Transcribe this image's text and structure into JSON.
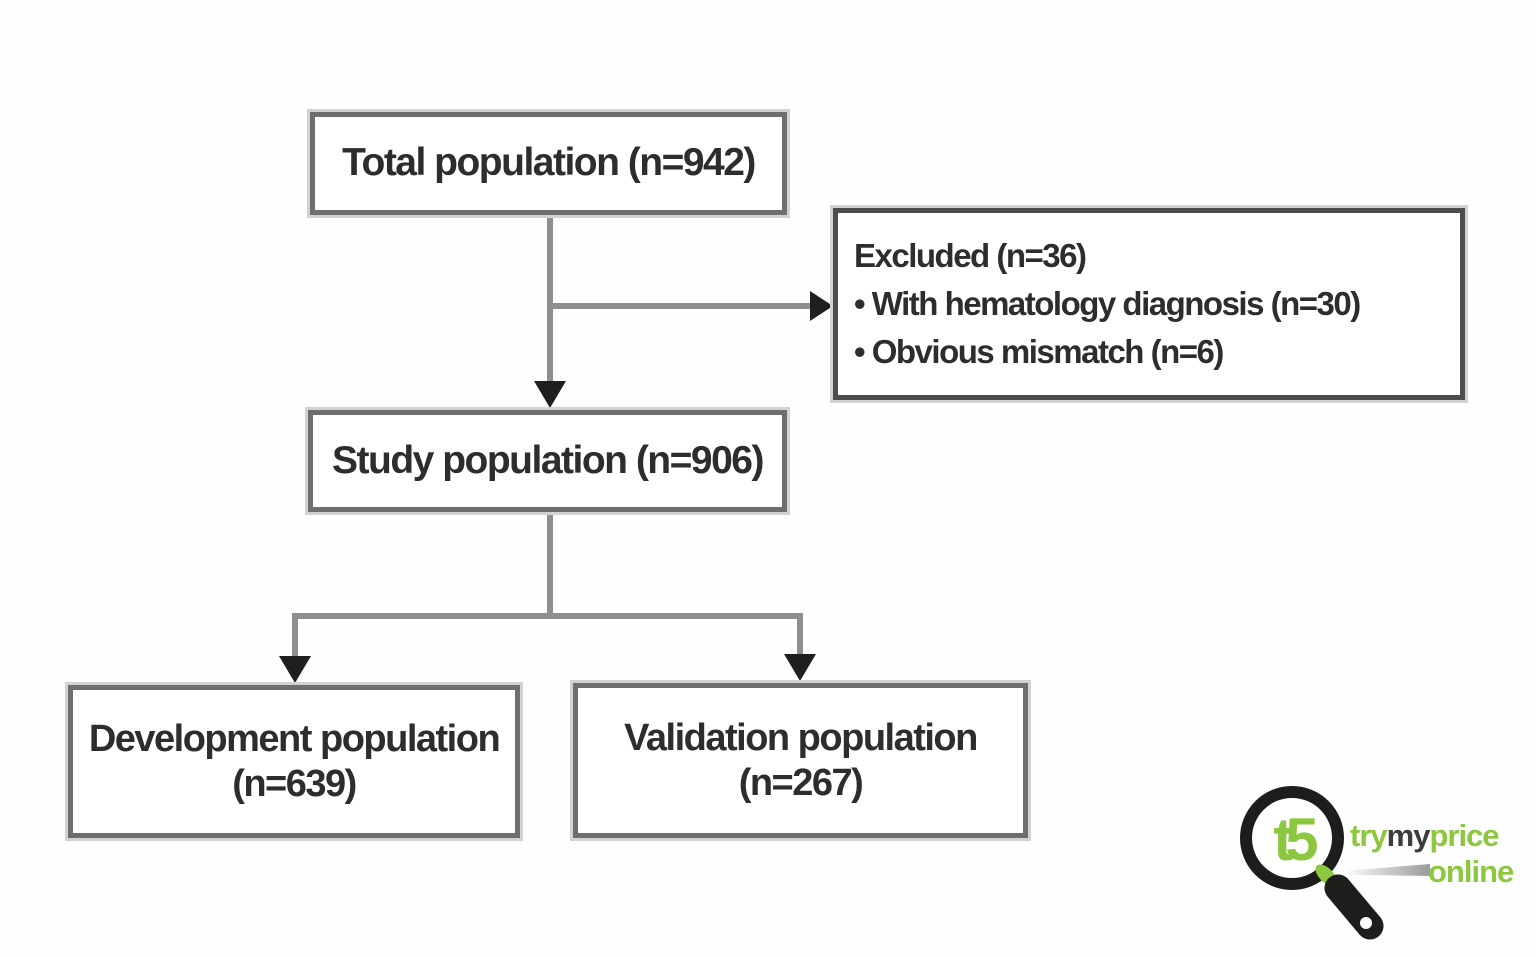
{
  "flowchart": {
    "total": {
      "label": "Total population (n=942)"
    },
    "excluded": {
      "title": "Excluded (n=36)",
      "items": [
        "• With hematology diagnosis (n=30)",
        "• Obvious mismatch (n=6)"
      ]
    },
    "study": {
      "label": "Study population (n=906)"
    },
    "development": {
      "line1": "Development population",
      "line2": "(n=639)"
    },
    "validation": {
      "line1": "Validation population",
      "line2": "(n=267)"
    }
  },
  "watermark": {
    "monogram": "t5",
    "word_try": "try",
    "word_my": "my",
    "word_price": "price",
    "word_online": "online"
  },
  "colors": {
    "brand_green": "#8dc63f",
    "connector_gray": "#8f8f8f",
    "box_border_gray": "#6e6e6e",
    "arrow_black": "#1f1f1f"
  }
}
